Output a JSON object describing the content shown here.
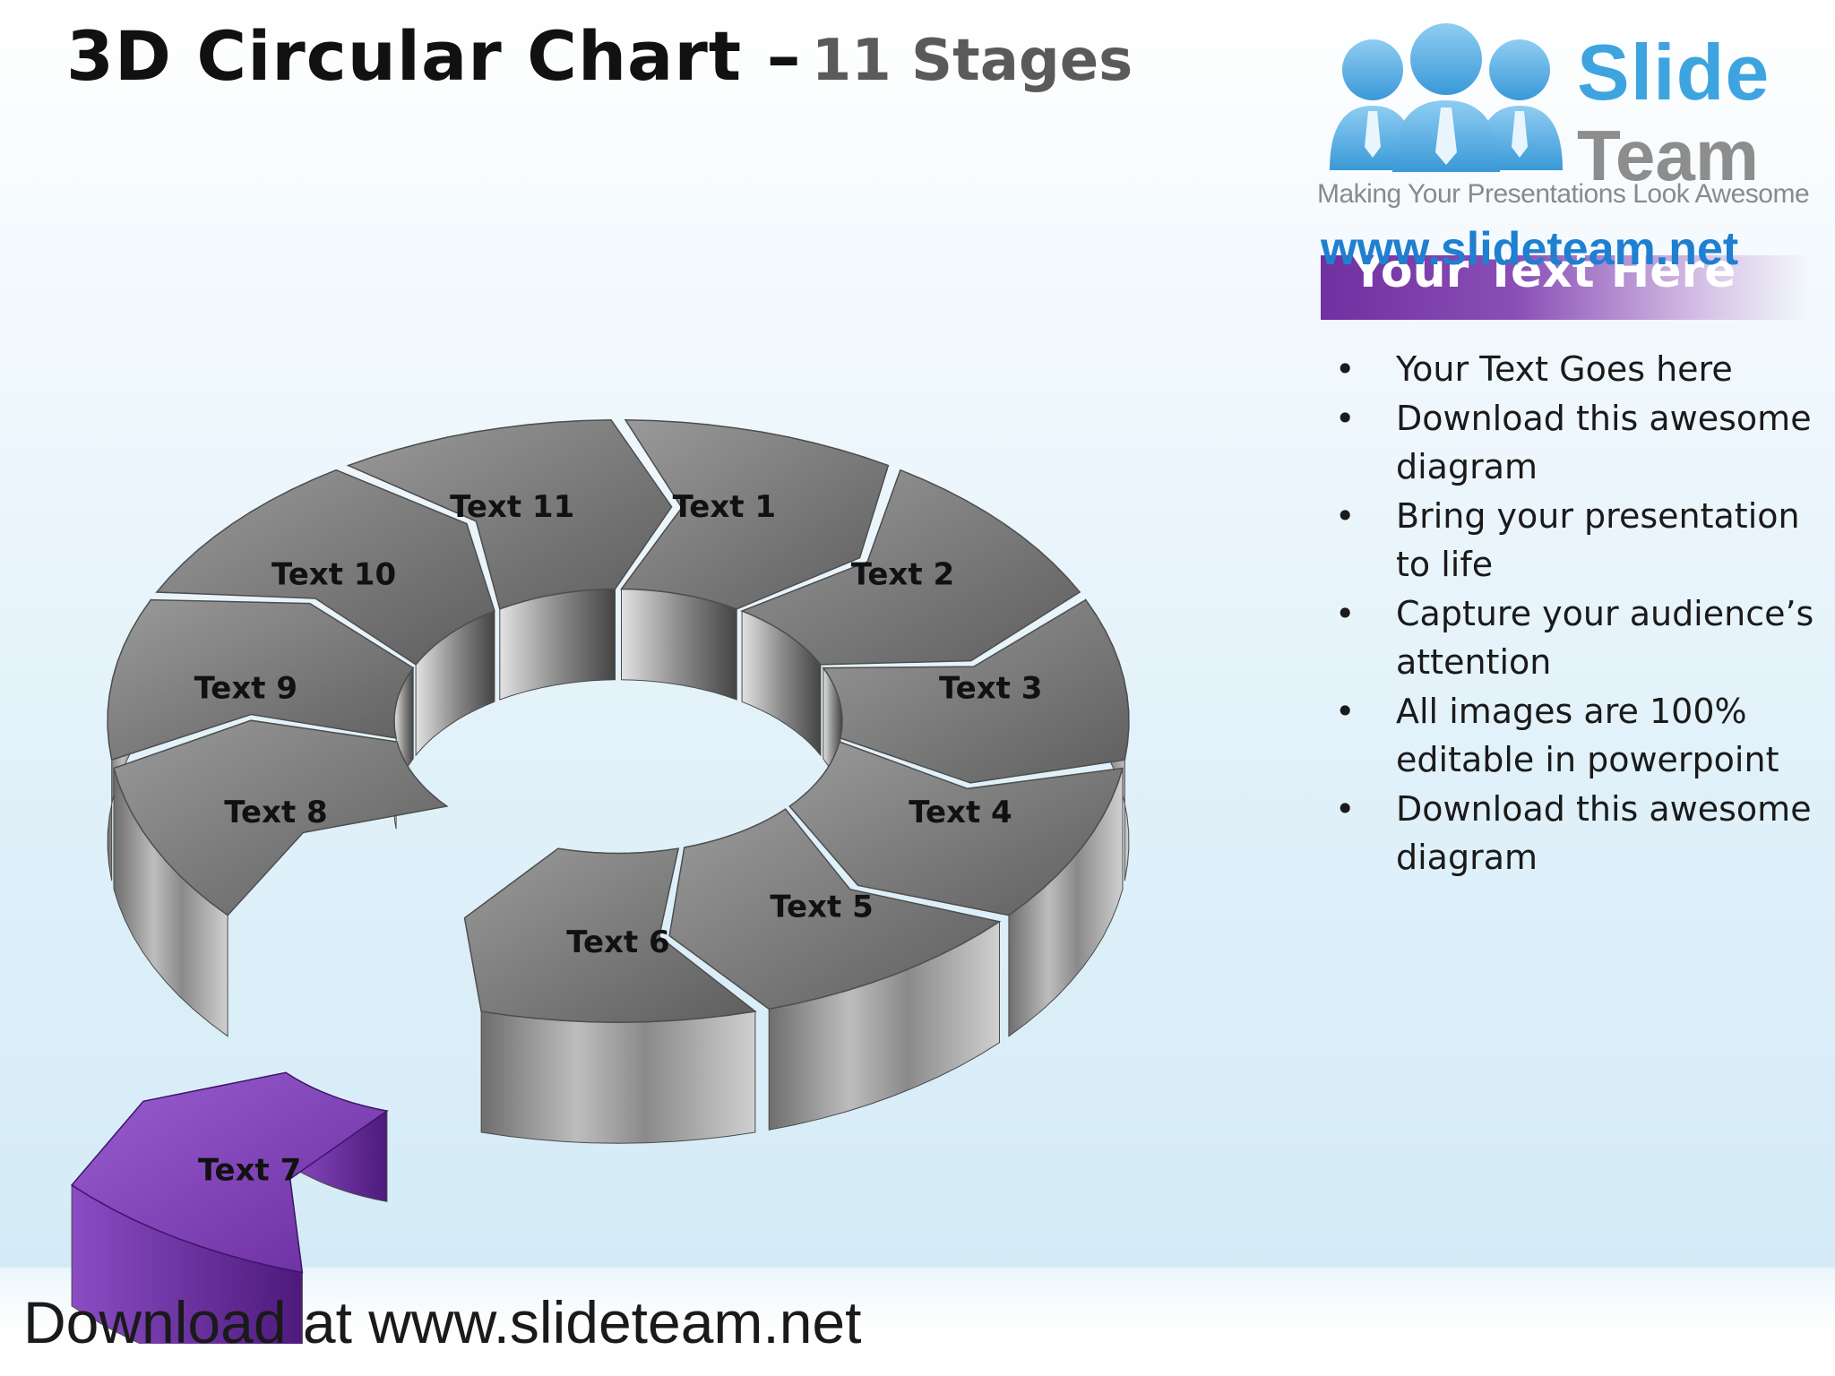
{
  "title": {
    "main": "3D Circular Chart –",
    "sub": "11 Stages"
  },
  "logo": {
    "word1": "Slide",
    "word2": "Team",
    "tagline": "Making Your Presentations Look Awesome",
    "url": "www.slideteam.net"
  },
  "side_panel": {
    "header": "Your Text Here",
    "bullets": [
      "Your Text Goes here",
      "Download this awesome diagram",
      "Bring your presentation to life",
      "Capture your audience’s attention",
      "All images are 100% editable in powerpoint",
      "Download this awesome diagram"
    ]
  },
  "diagram": {
    "stages": [
      "Text 1",
      "Text 2",
      "Text 3",
      "Text 4",
      "Text 5",
      "Text 6",
      "Text 7",
      "Text 8",
      "Text 9",
      "Text 10",
      "Text 11"
    ],
    "highlighted_stage": "Text 7",
    "highlight_color": "#7030a0",
    "segment_color": "#7a7a7a"
  },
  "footer": {
    "text": "Download at www.slideteam.net"
  }
}
